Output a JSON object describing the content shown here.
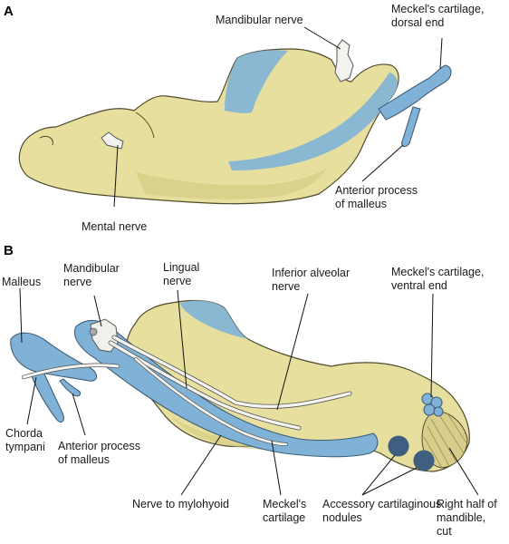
{
  "panels": [
    {
      "id": "A",
      "letter": "A"
    },
    {
      "id": "B",
      "letter": "B"
    }
  ],
  "labels_a": {
    "mandibular_nerve": "Mandibular nerve",
    "meckels_dorsal": [
      "Meckel's cartilage,",
      "dorsal end"
    ],
    "mental_nerve": "Mental nerve",
    "anterior_process": [
      "Anterior process",
      "of malleus"
    ]
  },
  "labels_b": {
    "malleus": "Malleus",
    "mandibular_nerve": [
      "Mandibular",
      "nerve"
    ],
    "lingual_nerve": [
      "Lingual",
      "nerve"
    ],
    "inferior_alveolar": [
      "Inferior alveolar",
      "nerve"
    ],
    "meckels_ventral": [
      "Meckel's cartilage,",
      "ventral end"
    ],
    "chorda_tympani": [
      "Chorda",
      "tympani"
    ],
    "anterior_process": [
      "Anterior process",
      "of malleus"
    ],
    "nerve_to_mylohyoid": "Nerve to mylohyoid",
    "meckels_cartilage": [
      "Meckel's",
      "cartilage"
    ],
    "accessory_nodules": [
      "Accessory cartilaginous",
      "nodules"
    ],
    "right_half": [
      "Right half of",
      "mandible,",
      "cut"
    ]
  },
  "colors": {
    "bone": "#e7df9e",
    "cartilage": "#7fb2d6",
    "nerve": "#f3f3ef"
  }
}
